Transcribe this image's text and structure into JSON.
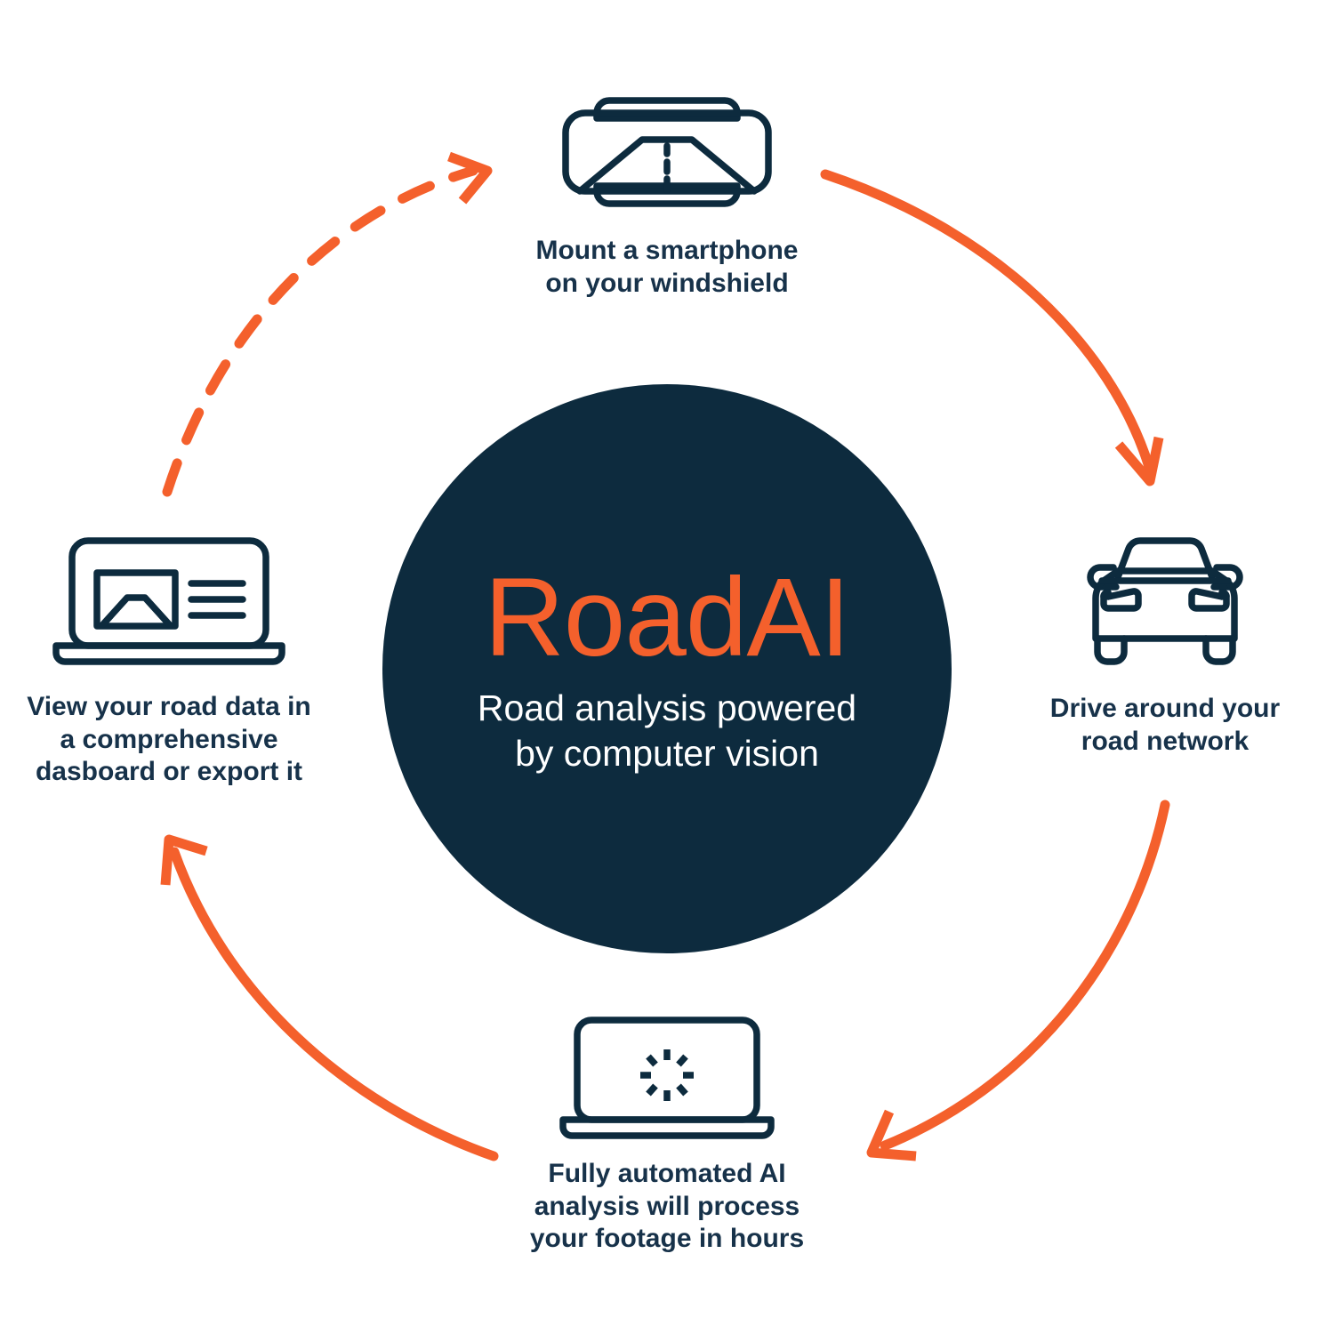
{
  "colors": {
    "background": "#ffffff",
    "navy": "#0d2b3e",
    "navy_text": "#17324a",
    "orange": "#f4602c",
    "white": "#ffffff"
  },
  "hub": {
    "title": "RoadAI",
    "subtitle": "Road analysis powered\nby computer vision"
  },
  "steps": [
    {
      "id": "mount-smartphone",
      "position": "top",
      "icon": "smartphone-windshield-icon",
      "label": "Mount a smartphone\non your windshield"
    },
    {
      "id": "drive-road-network",
      "position": "right",
      "icon": "car-front-icon",
      "label": "Drive around your\nroad network"
    },
    {
      "id": "ai-analysis",
      "position": "bottom",
      "icon": "laptop-loading-spinner-icon",
      "label": "Fully automated AI\nanalysis will process\nyour footage in hours"
    },
    {
      "id": "view-dashboard",
      "position": "left",
      "icon": "laptop-dashboard-icon",
      "label": "View your road data in\na comprehensive\ndasboard or export it"
    }
  ],
  "arrows": [
    {
      "id": "arrow-top-to-right",
      "style": "solid",
      "from": "mount-smartphone",
      "to": "drive-road-network"
    },
    {
      "id": "arrow-right-to-bottom",
      "style": "solid",
      "from": "drive-road-network",
      "to": "ai-analysis"
    },
    {
      "id": "arrow-bottom-to-left",
      "style": "solid",
      "from": "ai-analysis",
      "to": "view-dashboard"
    },
    {
      "id": "arrow-left-to-top",
      "style": "dashed",
      "from": "view-dashboard",
      "to": "mount-smartphone"
    }
  ]
}
